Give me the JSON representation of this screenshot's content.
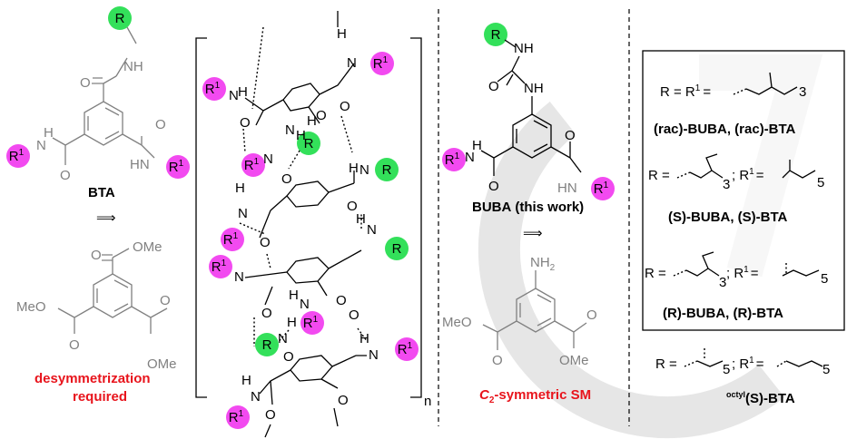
{
  "colors": {
    "green_circle": "#33e05a",
    "magenta_circle": "#f24af0",
    "red_text": "#e8141c",
    "gray_structure": "#808080"
  },
  "bta_panel": {
    "r_label": "R",
    "r1_label": "R",
    "r1_sup": "1",
    "nh_label": "NH",
    "o_label": "O",
    "hn_label": "HN",
    "h_label": "H",
    "n_label": "N",
    "name": "BTA",
    "arrow": "⟹",
    "ome": "OMe",
    "meo": "MeO",
    "desym_line1": "desymmetrization",
    "desym_line2": "required"
  },
  "stack_panel": {
    "subscript_n": "n"
  },
  "buba_panel": {
    "nh_label": "NH",
    "name": "BUBA",
    "name_note": "(this work)",
    "nh2_label": "NH",
    "nh2_sub": "2",
    "sm_italic": "C",
    "sm_sub": "2",
    "sm_rest": "-symmetric SM"
  },
  "legend_panel": {
    "row1_formula": "R = R",
    "row1_formula_sup": "1",
    "row1_formula_end": "=",
    "row1_sub": "3",
    "row1_names": "(rac)-BUBA, (rac)-BTA",
    "row2_r": "R =",
    "row2_r1": "; R",
    "row2_r1_sup": "1",
    "row2_r1_end": "=",
    "row2_sub_a": "3",
    "row2_sub_b": "5",
    "row2_names": "(S)-BUBA, (S)-BTA",
    "row3_r": "R =",
    "row3_r1": "; R",
    "row3_r1_sup": "1",
    "row3_r1_end": "=",
    "row3_sub_a": "3",
    "row3_sub_b": "5",
    "row3_names": "(R)-BUBA, (R)-BTA",
    "row4_r": "R =",
    "row4_r1": "; R",
    "row4_r1_sup": "1",
    "row4_r1_end": "=",
    "row4_sub_a": "5",
    "row4_sub_b": "5",
    "row4_prefix": "octyl",
    "row4_names": "(S)-BTA"
  }
}
